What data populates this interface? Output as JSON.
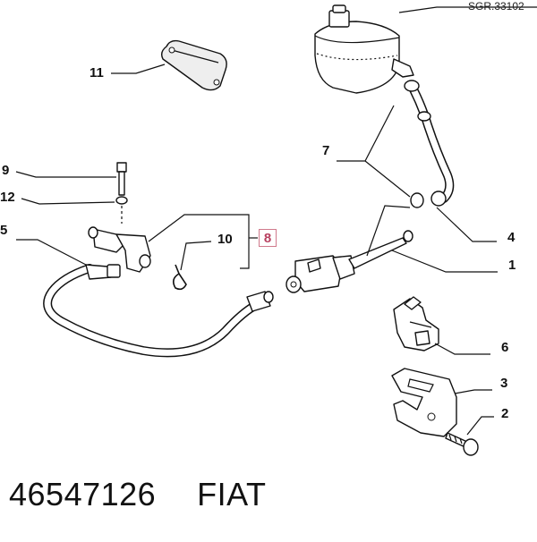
{
  "reference_code": "SGR.33102",
  "part_footer": {
    "part_number": "46547126",
    "brand": "FIAT"
  },
  "callouts": {
    "c1": "1",
    "c2": "2",
    "c3": "3",
    "c4": "4",
    "c5": "5",
    "c6": "6",
    "c7": "7",
    "c8": "8",
    "c9": "9",
    "c10": "10",
    "c11": "11",
    "c12": "12"
  }
}
